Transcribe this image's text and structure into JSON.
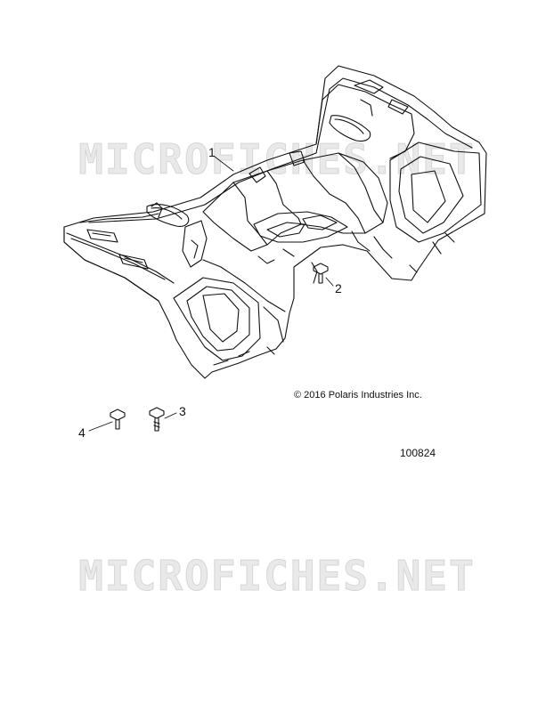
{
  "watermark_text": "MICROFICHES.NET",
  "callouts": [
    {
      "id": "1",
      "label": "1"
    },
    {
      "id": "2",
      "label": "2"
    },
    {
      "id": "3",
      "label": "3"
    },
    {
      "id": "4",
      "label": "4"
    }
  ],
  "copyright": "© 2016 Polaris Industries Inc.",
  "drawing_number": "100824"
}
